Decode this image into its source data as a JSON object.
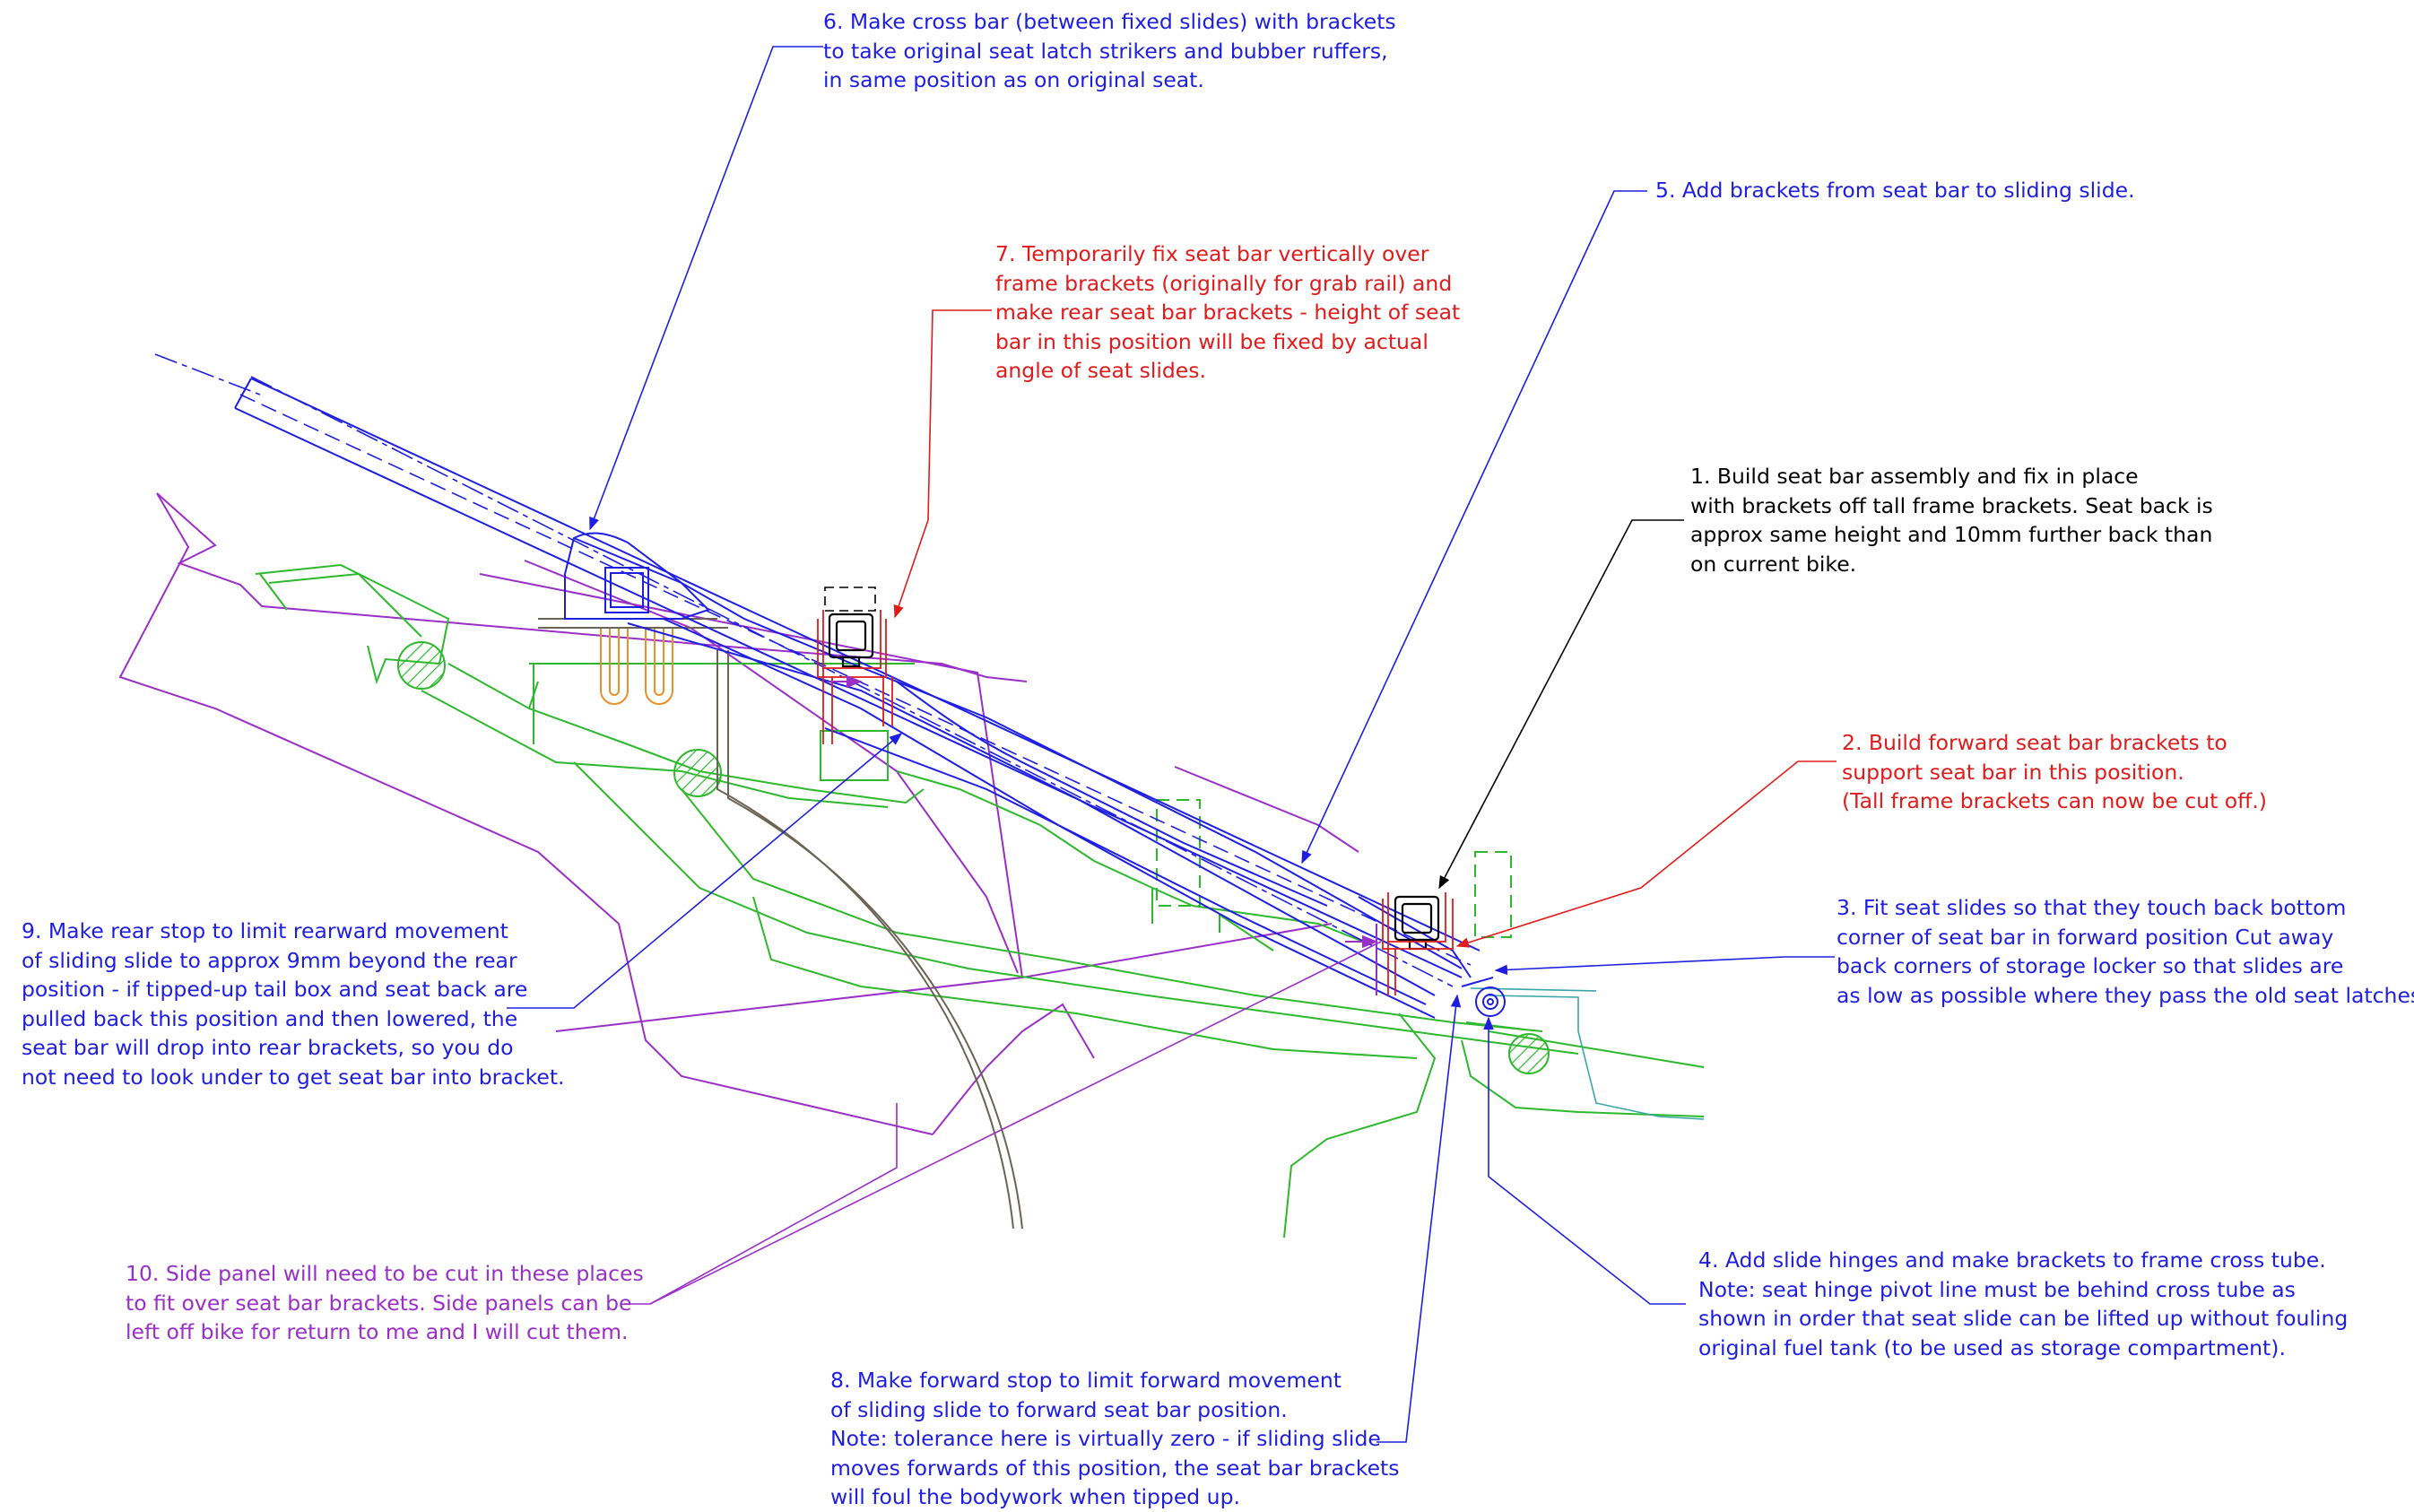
{
  "colors": {
    "blue": "#1e1ee0",
    "red": "#e01b1b",
    "black": "#000000",
    "purple": "#9a2fc8",
    "green": "#2db82d",
    "orange": "#e8902a",
    "gray": "#6b6353",
    "teal": "#3aa5a5"
  },
  "notes": [
    {
      "id": "note-6",
      "color": "blue",
      "lines": [
        "6. Make cross bar (between fixed slides) with brackets",
        "to take original seat latch strikers and bubber ruffers,",
        "in same position as on original seat."
      ]
    },
    {
      "id": "note-5",
      "color": "blue",
      "lines": [
        "5. Add brackets from seat bar to sliding slide."
      ]
    },
    {
      "id": "note-7",
      "color": "red",
      "lines": [
        "7. Temporarily fix seat bar vertically over",
        "frame brackets (originally for grab rail) and",
        "make rear seat bar brackets - height of seat",
        "bar in this position will be fixed by actual",
        "angle of seat slides."
      ]
    },
    {
      "id": "note-1",
      "color": "black",
      "lines": [
        "1. Build seat bar assembly and fix in place",
        "with brackets off tall frame brackets.  Seat back is",
        "approx same height and 10mm further back than",
        "on current bike."
      ]
    },
    {
      "id": "note-2",
      "color": "red",
      "lines": [
        "2. Build forward seat bar brackets to",
        "support seat bar in this position.",
        "(Tall frame brackets can now be cut off.)"
      ]
    },
    {
      "id": "note-3",
      "color": "blue",
      "lines": [
        "3. Fit seat slides so that they touch back bottom",
        "corner of seat bar in forward position  Cut away",
        "back corners of storage locker so that slides are",
        "as low as possible where they pass the old seat latches."
      ]
    },
    {
      "id": "note-9",
      "color": "blue",
      "lines": [
        "9. Make rear stop to limit rearward movement",
        "of sliding slide to approx 9mm beyond the rear",
        "position - if tipped-up tail box and seat back are",
        "pulled back this position and then lowered, the",
        "seat bar will drop into rear brackets, so you do",
        "not need to look under to get seat bar into bracket."
      ]
    },
    {
      "id": "note-4",
      "color": "blue",
      "lines": [
        "4. Add slide hinges and make brackets to frame cross tube.",
        "Note: seat hinge pivot line must be behind cross tube as",
        "shown in order that seat slide can be lifted up without fouling",
        "original fuel tank (to be used as storage compartment)."
      ]
    },
    {
      "id": "note-10",
      "color": "purple",
      "lines": [
        "10. Side panel will need to be cut in these places",
        "to fit over seat bar brackets.  Side panels can be",
        "left off bike for return to me and I will cut them."
      ]
    },
    {
      "id": "note-8",
      "color": "blue",
      "lines": [
        "8. Make forward stop to limit forward movement",
        "of sliding slide to forward seat bar position.",
        "Note: tolerance here is virtually zero - if sliding slide",
        "moves forwards of this position, the seat bar brackets",
        "will foul the bodywork when tipped up."
      ]
    }
  ]
}
